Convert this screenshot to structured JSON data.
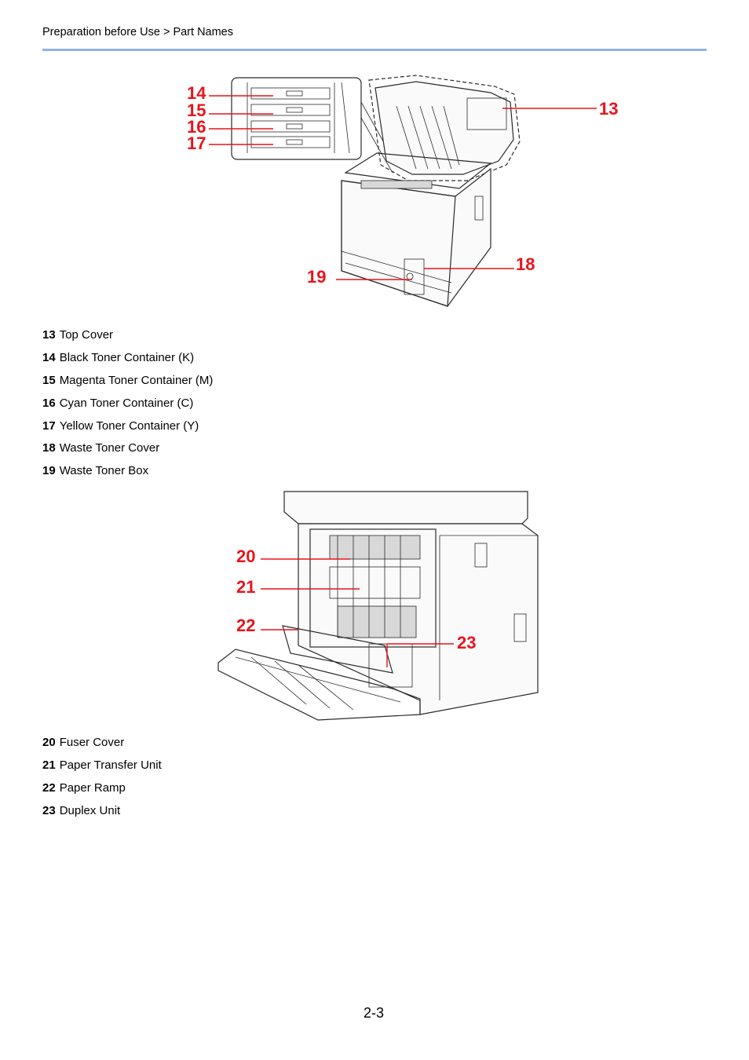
{
  "header": {
    "breadcrumb": "Preparation before Use > Part Names"
  },
  "figure_top": {
    "callouts": [
      "13",
      "14",
      "15",
      "16",
      "17",
      "18",
      "19"
    ]
  },
  "parts_top": [
    {
      "number": "13",
      "label": "Top Cover"
    },
    {
      "number": "14",
      "label": "Black Toner Container (K)"
    },
    {
      "number": "15",
      "label": "Magenta Toner Container (M)"
    },
    {
      "number": "16",
      "label": "Cyan Toner Container (C)"
    },
    {
      "number": "17",
      "label": "Yellow Toner Container (Y)"
    },
    {
      "number": "18",
      "label": "Waste Toner Cover"
    },
    {
      "number": "19",
      "label": "Waste Toner Box"
    }
  ],
  "figure_bottom": {
    "callouts": [
      "20",
      "21",
      "22",
      "23"
    ]
  },
  "parts_bottom": [
    {
      "number": "20",
      "label": "Fuser Cover"
    },
    {
      "number": "21",
      "label": "Paper Transfer Unit"
    },
    {
      "number": "22",
      "label": "Paper Ramp"
    },
    {
      "number": "23",
      "label": "Duplex Unit"
    }
  ],
  "footer": {
    "page_number": "2-3"
  },
  "colors": {
    "callout": "#e8141b",
    "header_rule": "#8fb2ea"
  }
}
